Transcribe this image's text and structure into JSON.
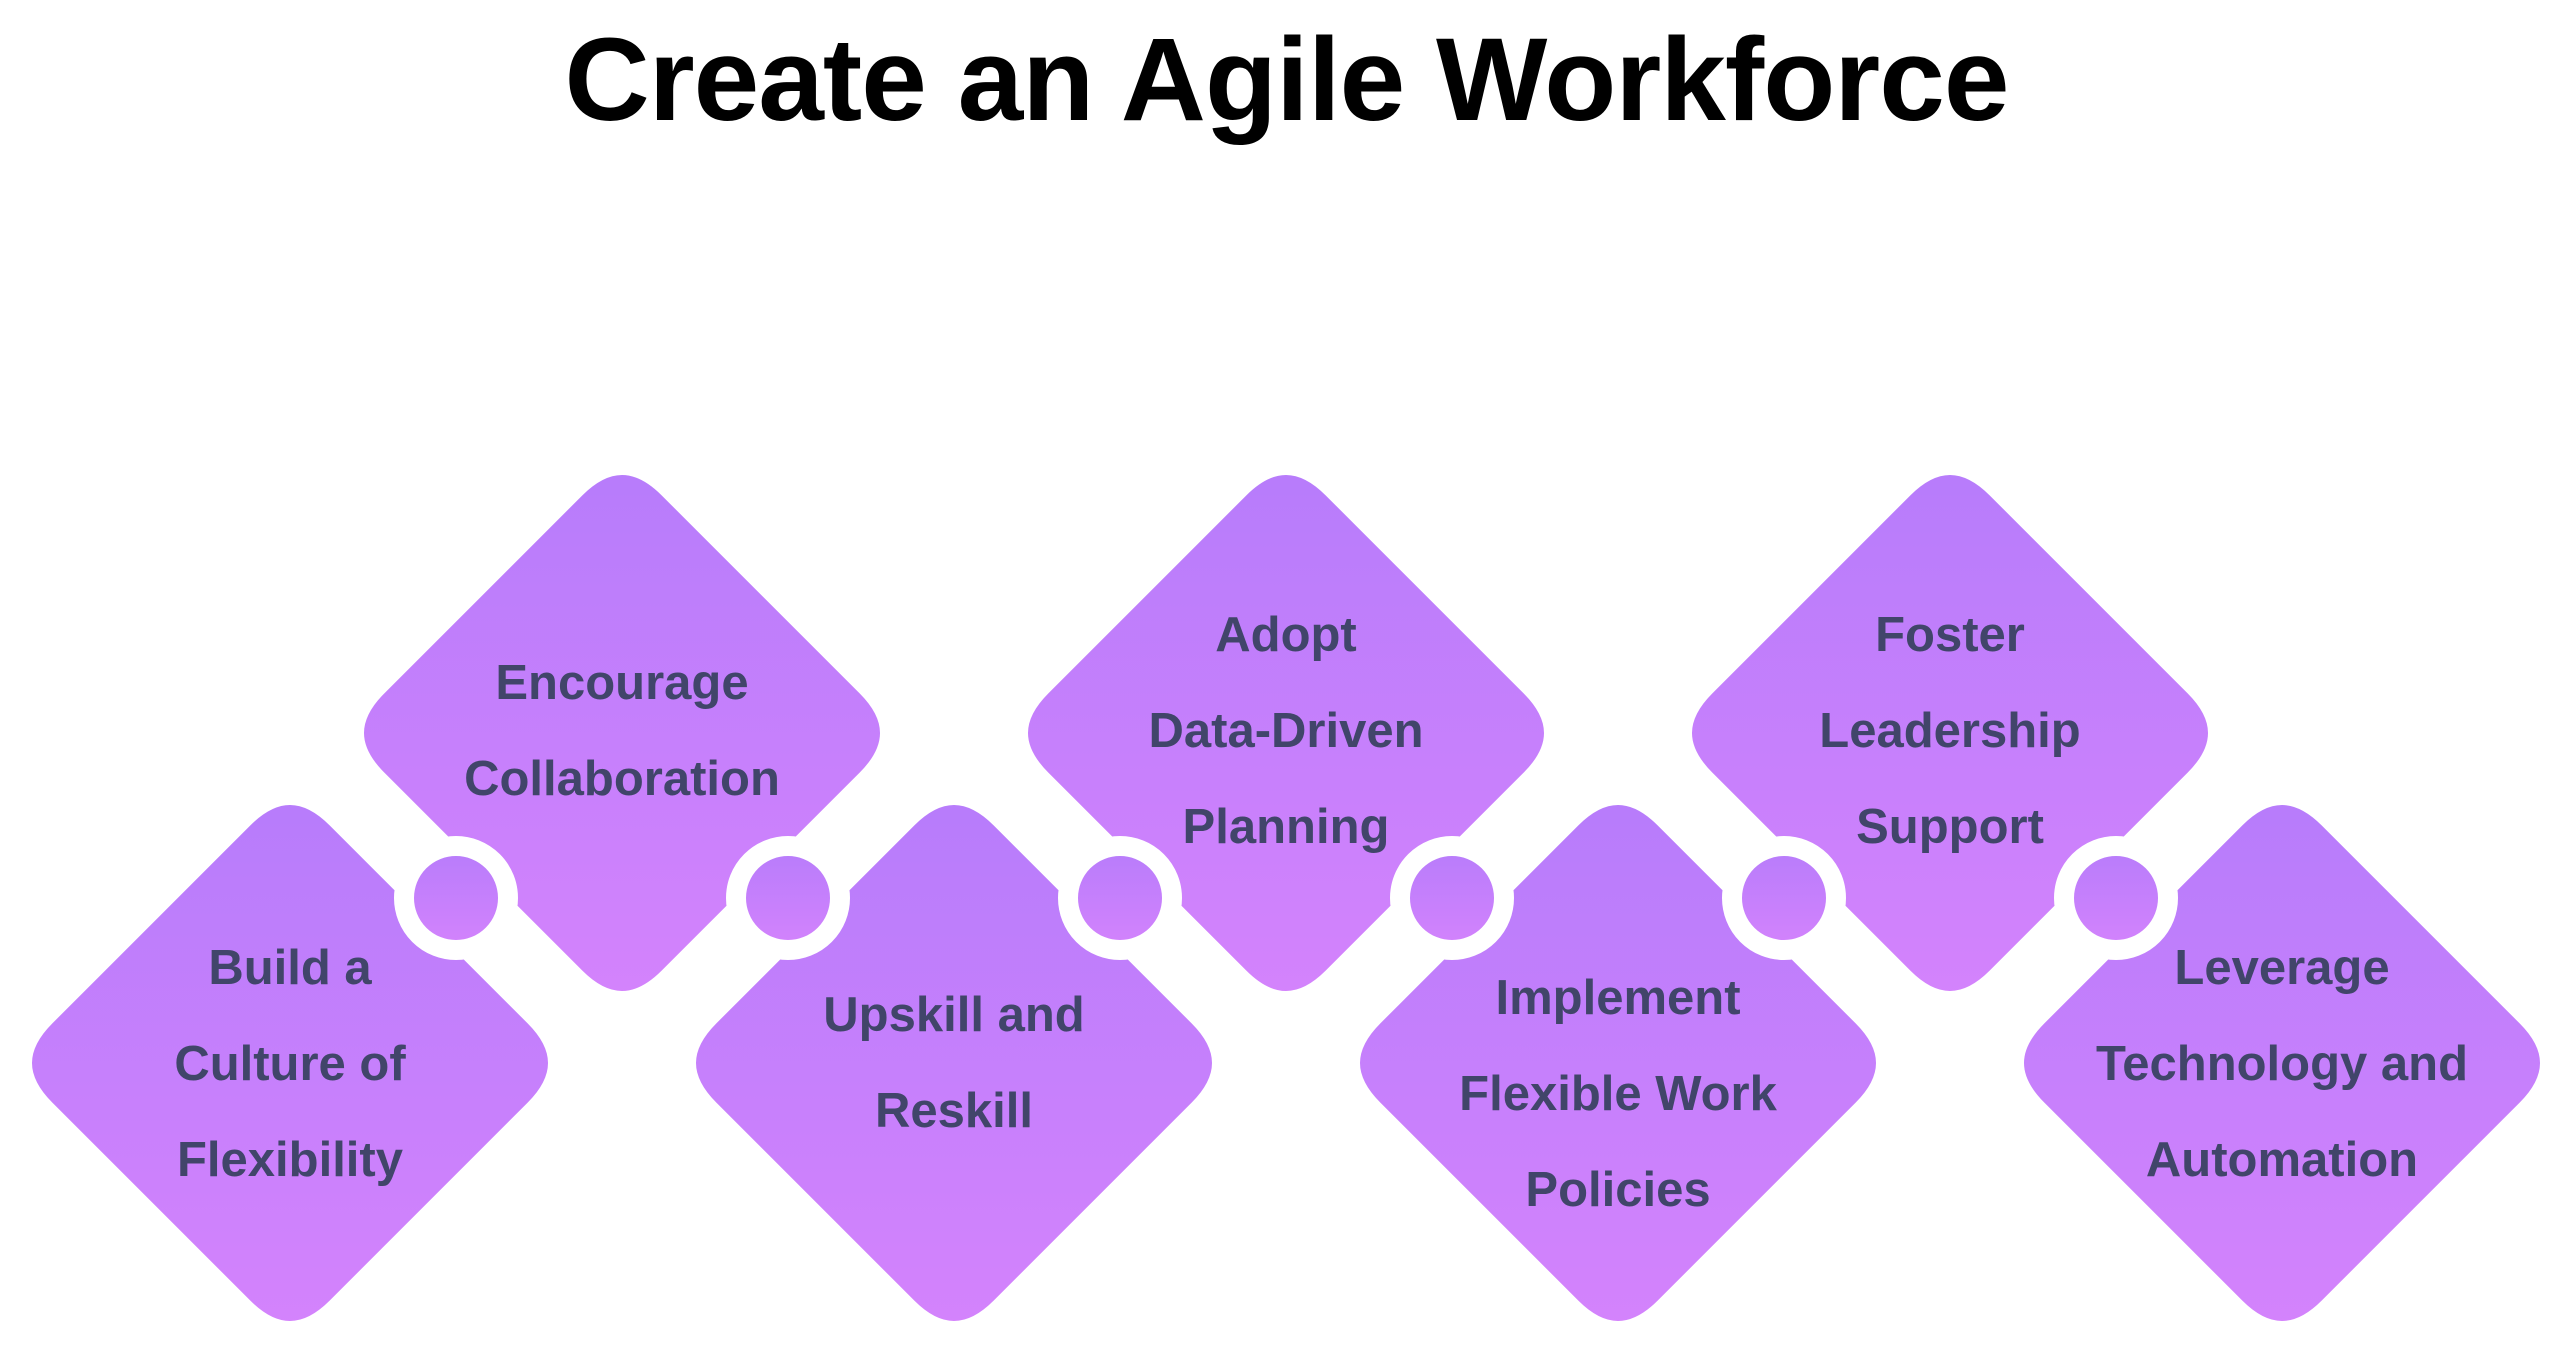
{
  "title": "Create an Agile Workforce",
  "colors": {
    "diamond_top": "#b77cfb",
    "diamond_bottom": "#d483fc",
    "label": "#41456a",
    "connector_ring": "#ffffff"
  },
  "steps": [
    {
      "lines": [
        "Build a",
        "Culture of",
        "Flexibility"
      ]
    },
    {
      "lines": [
        "Encourage",
        "Collaboration"
      ]
    },
    {
      "lines": [
        "Upskill and",
        "Reskill"
      ]
    },
    {
      "lines": [
        "Adopt",
        "Data-Driven",
        "Planning"
      ]
    },
    {
      "lines": [
        "Implement",
        "Flexible Work",
        "Policies"
      ]
    },
    {
      "lines": [
        "Foster",
        "Leadership",
        "Support"
      ]
    },
    {
      "lines": [
        "Leverage",
        "Technology and",
        "Automation"
      ]
    }
  ]
}
